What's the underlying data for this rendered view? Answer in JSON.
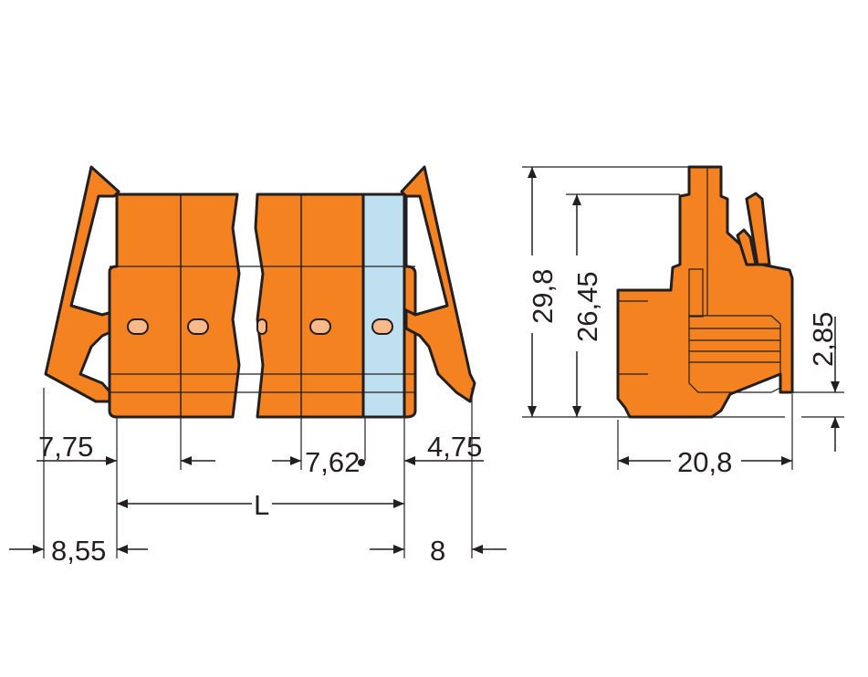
{
  "colors": {
    "housing": "#f58220",
    "end_plate": "#bfe0f0",
    "line": "#231f20"
  },
  "front_view": {
    "dim_left_latch": "7,75",
    "dim_left_overall": "8,55",
    "dim_pitch": "7,62",
    "dim_length": "L",
    "dim_right_latch": "4,75",
    "dim_right_overall": "8"
  },
  "side_view": {
    "dim_total_height": "29,8",
    "dim_body_height": "26,45",
    "dim_offset": "2,85",
    "dim_depth": "20,8"
  }
}
